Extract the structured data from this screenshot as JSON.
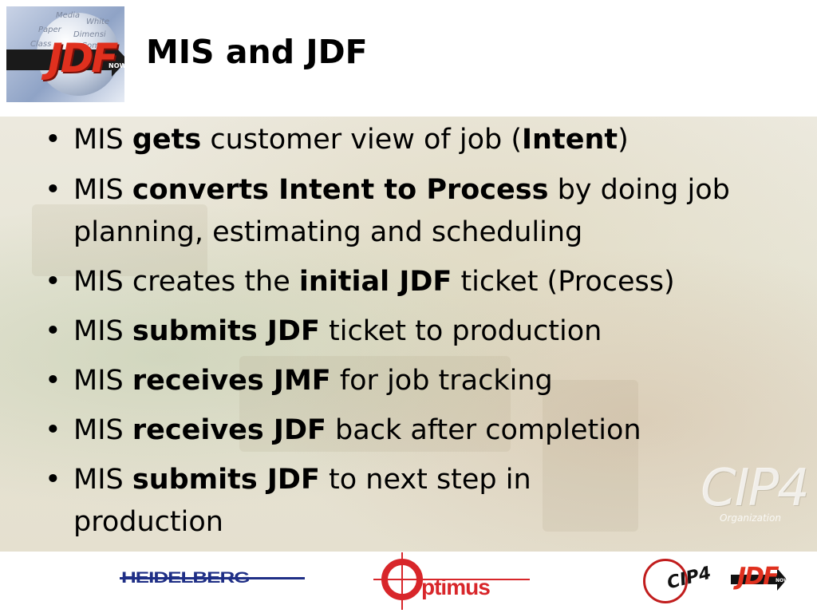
{
  "header": {
    "title": "MIS and JDF",
    "logo": {
      "word": "JDF",
      "badge": "NOW",
      "background_words": [
        "Media",
        "White",
        "Paper",
        "Dimensi",
        "Class",
        "Com"
      ]
    }
  },
  "bullets": [
    {
      "parts": [
        {
          "t": "MIS ",
          "b": false
        },
        {
          "t": "gets",
          "b": true
        },
        {
          "t": " customer view of job (",
          "b": false
        },
        {
          "t": "Intent",
          "b": true
        },
        {
          "t": ")",
          "b": false
        }
      ]
    },
    {
      "parts": [
        {
          "t": "MIS ",
          "b": false
        },
        {
          "t": "converts Intent to Process",
          "b": true
        },
        {
          "t": " by doing job planning, estimating and scheduling",
          "b": false
        }
      ]
    },
    {
      "parts": [
        {
          "t": "MIS creates the ",
          "b": false
        },
        {
          "t": "initial JDF",
          "b": true
        },
        {
          "t": " ticket (Process)",
          "b": false
        }
      ]
    },
    {
      "parts": [
        {
          "t": "MIS ",
          "b": false
        },
        {
          "t": "submits JDF",
          "b": true
        },
        {
          "t": " ticket to production",
          "b": false
        }
      ]
    },
    {
      "parts": [
        {
          "t": "MIS ",
          "b": false
        },
        {
          "t": "receives JMF",
          "b": true
        },
        {
          "t": " for job tracking",
          "b": false
        }
      ]
    },
    {
      "parts": [
        {
          "t": "MIS ",
          "b": false
        },
        {
          "t": "receives JDF",
          "b": true
        },
        {
          "t": " back after completion",
          "b": false
        }
      ]
    },
    {
      "parts": [
        {
          "t": "MIS ",
          "b": false
        },
        {
          "t": "submits JDF",
          "b": true
        },
        {
          "t": " to next step in production",
          "b": false
        }
      ]
    }
  ],
  "watermark": {
    "text": "CIP4",
    "sub": "Organization"
  },
  "footer": {
    "logos": {
      "heidelberg": "HEIDELBERG",
      "optimus": "ptimus",
      "cip4": "CIP4",
      "jdf": "JDF",
      "jdf_badge": "NOW"
    }
  },
  "colors": {
    "title": "#000000",
    "jdf_red": "#e0301e",
    "heidelberg_blue": "#1f2f86",
    "optimus_red": "#d8262a"
  }
}
